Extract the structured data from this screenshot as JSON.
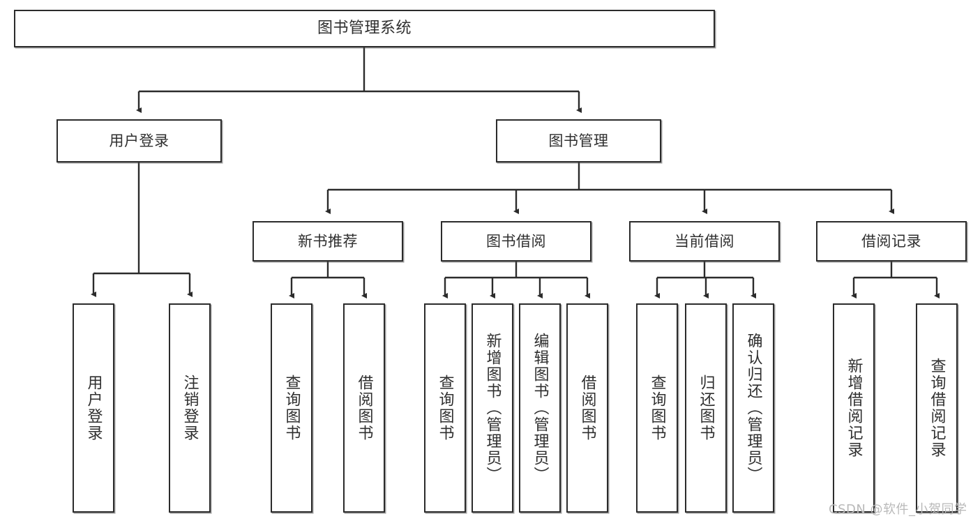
{
  "diagram": {
    "type": "tree",
    "title": "图书管理系统",
    "watermark": "CSDN @软件_小贺同学",
    "colors": {
      "box_border": "#2b2b2b",
      "box_fill": "#ffffff",
      "connector": "#2b2b2b",
      "text": "#2f2f2f",
      "watermark": "#b9b9b9"
    },
    "nodes": {
      "root": {
        "label": "图书管理系统"
      },
      "level2": [
        {
          "label": "用户登录"
        },
        {
          "label": "图书管理"
        }
      ],
      "level3": [
        {
          "label": "新书推荐"
        },
        {
          "label": "图书借阅"
        },
        {
          "label": "当前借阅"
        },
        {
          "label": "借阅记录"
        }
      ],
      "leaves": {
        "user_login": [
          {
            "label": "用户登录"
          },
          {
            "label": "注销登录"
          }
        ],
        "new_book_recommend": [
          {
            "label": "查询图书"
          },
          {
            "label": "借阅图书"
          }
        ],
        "book_borrow": [
          {
            "label": "查询图书"
          },
          {
            "label": "新增图书（管理员）"
          },
          {
            "label": "编辑图书（管理员）"
          },
          {
            "label": "借阅图书"
          }
        ],
        "current_borrow": [
          {
            "label": "查询图书"
          },
          {
            "label": "归还图书"
          },
          {
            "label": "确认归还（管理员）"
          }
        ],
        "borrow_record": [
          {
            "label": "新增借阅记录"
          },
          {
            "label": "查询借阅记录"
          }
        ]
      }
    }
  }
}
